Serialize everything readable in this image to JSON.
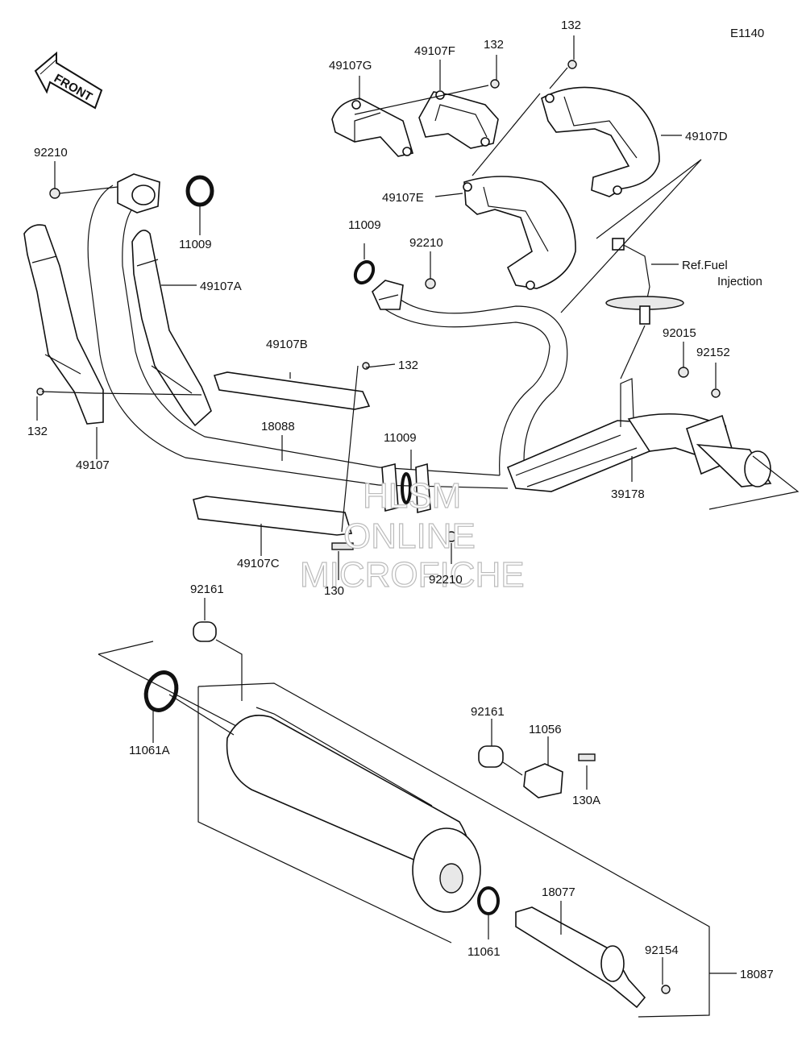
{
  "diagram": {
    "code": "E1140",
    "front_label": "FRONT",
    "ref_line1": "Ref.Fuel",
    "ref_line2": "Injection",
    "watermark": [
      "HLSM",
      "ONLINE",
      "MICROFICHE"
    ],
    "labels": {
      "l132_top": "132",
      "l132_mid": "132",
      "l49107F": "49107F",
      "l49107G": "49107G",
      "l49107D": "49107D",
      "l49107E": "49107E",
      "l92210_left": "92210",
      "l11009_left": "11009",
      "l49107A": "49107A",
      "l11009_mid": "11009",
      "l92210_mid": "92210",
      "l92015": "92015",
      "l92152": "92152",
      "l49107B": "49107B",
      "l132_right": "132",
      "l132_left": "132",
      "l49107": "49107",
      "l18088": "18088",
      "l11009_low": "11009",
      "l39178": "39178",
      "l49107C": "49107C",
      "l130": "130",
      "l92210_low": "92210",
      "l92161_top": "92161",
      "l11061A": "11061A",
      "l92161_mid": "92161",
      "l11056": "11056",
      "l130A": "130A",
      "l18077": "18077",
      "l11061": "11061",
      "l92154": "92154",
      "l18087": "18087"
    }
  }
}
